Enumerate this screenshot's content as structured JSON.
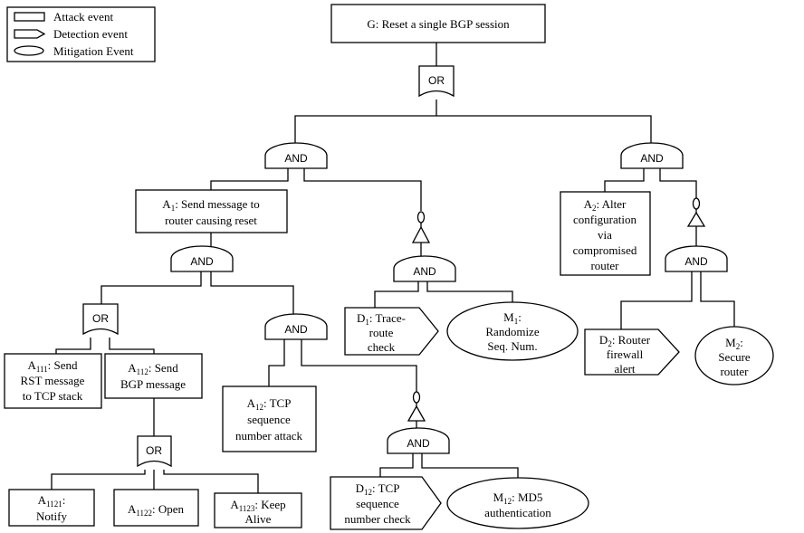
{
  "legend": {
    "attack": "Attack event",
    "detection": "Detection event",
    "mitigation": "Mitigation Event"
  },
  "goal": {
    "label": "G: Reset a single BGP session"
  },
  "gates": {
    "or_top": "OR",
    "and_left": "AND",
    "and_right": "AND",
    "and_a1": "AND",
    "or_a11": "OR",
    "and_a12": "AND",
    "or_a112": "OR",
    "and_m1": "AND",
    "and_m12": "AND",
    "and_m2": "AND"
  },
  "nodes": {
    "a1": {
      "id": "A",
      "sub": "1",
      "lines": [
        ": Send message to",
        "router causing reset"
      ]
    },
    "a2": {
      "id": "A",
      "sub": "2",
      "lines": [
        ": Alter",
        "configuration",
        "via",
        "compromised",
        "router"
      ]
    },
    "a111": {
      "id": "A",
      "sub": "111",
      "lines": [
        ": Send",
        "RST message",
        "to TCP stack"
      ]
    },
    "a112": {
      "id": "A",
      "sub": "112",
      "lines": [
        ": Send",
        "BGP message"
      ]
    },
    "a12": {
      "id": "A",
      "sub": "12",
      "lines": [
        ": TCP",
        "sequence",
        "number attack"
      ]
    },
    "a1121": {
      "id": "A",
      "sub": "1121",
      "lines": [
        ":",
        "Notify"
      ]
    },
    "a1122": {
      "id": "A",
      "sub": "1122",
      "lines": [
        ": Open"
      ]
    },
    "a1123": {
      "id": "A",
      "sub": "1123",
      "lines": [
        ": Keep",
        "Alive"
      ]
    },
    "d1": {
      "id": "D",
      "sub": "1",
      "lines": [
        ": Trace-",
        "route",
        "check"
      ]
    },
    "m1": {
      "id": "M",
      "sub": "1",
      "lines": [
        ":",
        "Randomize",
        "Seq. Num."
      ]
    },
    "d2": {
      "id": "D",
      "sub": "2",
      "lines": [
        ": Router",
        "firewall",
        "alert"
      ]
    },
    "m2": {
      "id": "M",
      "sub": "2",
      "lines": [
        ":",
        "Secure",
        "router"
      ]
    },
    "d12": {
      "id": "D",
      "sub": "12",
      "lines": [
        ": TCP",
        "sequence",
        "number check"
      ]
    },
    "m12": {
      "id": "M",
      "sub": "12",
      "lines": [
        ": MD5",
        "authentication"
      ]
    }
  }
}
